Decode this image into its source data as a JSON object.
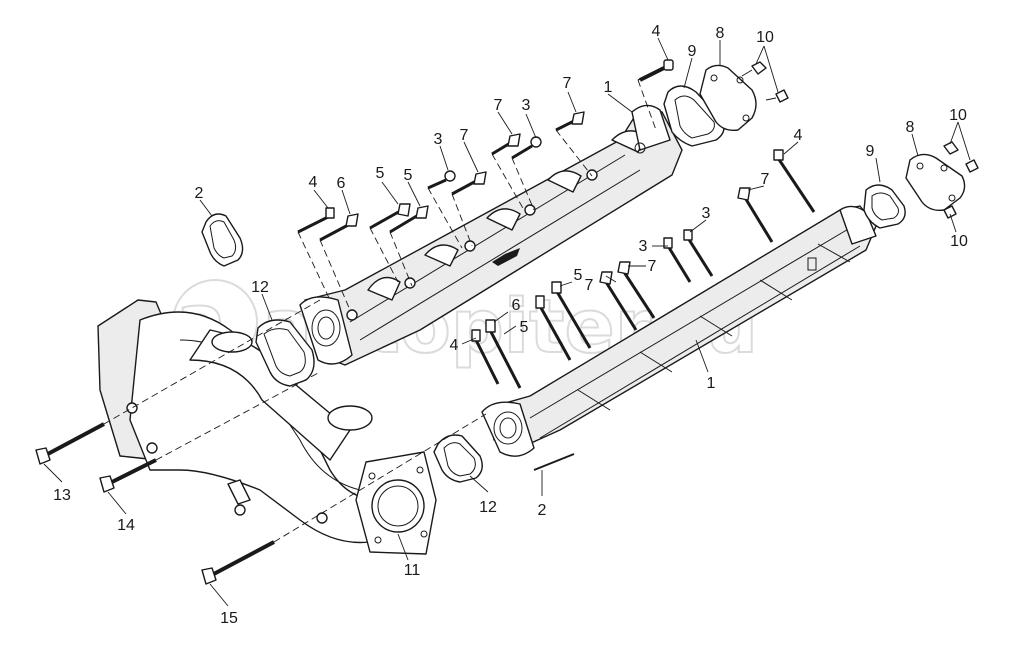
{
  "watermark": "autopiter.ru",
  "callouts": [
    {
      "id": "c-4-top",
      "label": "4"
    },
    {
      "id": "c-9-top",
      "label": "9"
    },
    {
      "id": "c-8-top",
      "label": "8"
    },
    {
      "id": "c-10-top",
      "label": "10"
    },
    {
      "id": "c-7-a",
      "label": "7"
    },
    {
      "id": "c-1-top",
      "label": "1"
    },
    {
      "id": "c-7-b",
      "label": "7"
    },
    {
      "id": "c-3-a",
      "label": "3"
    },
    {
      "id": "c-3-b",
      "label": "3"
    },
    {
      "id": "c-7-c",
      "label": "7"
    },
    {
      "id": "c-2-left",
      "label": "2"
    },
    {
      "id": "c-4-left",
      "label": "4"
    },
    {
      "id": "c-6-left",
      "label": "6"
    },
    {
      "id": "c-5-a",
      "label": "5"
    },
    {
      "id": "c-5-b",
      "label": "5"
    },
    {
      "id": "c-12-left",
      "label": "12"
    },
    {
      "id": "c-4-right",
      "label": "4"
    },
    {
      "id": "c-7-d",
      "label": "7"
    },
    {
      "id": "c-3-c",
      "label": "3"
    },
    {
      "id": "c-3-d",
      "label": "3"
    },
    {
      "id": "c-7-e",
      "label": "7"
    },
    {
      "id": "c-7-f",
      "label": "7"
    },
    {
      "id": "c-5-c",
      "label": "5"
    },
    {
      "id": "c-6-mid",
      "label": "6"
    },
    {
      "id": "c-5-d",
      "label": "5"
    },
    {
      "id": "c-4-mid",
      "label": "4"
    },
    {
      "id": "c-9-right",
      "label": "9"
    },
    {
      "id": "c-8-right",
      "label": "8"
    },
    {
      "id": "c-10-r1",
      "label": "10"
    },
    {
      "id": "c-10-r2",
      "label": "10"
    },
    {
      "id": "c-1-right",
      "label": "1"
    },
    {
      "id": "c-2-bottom",
      "label": "2"
    },
    {
      "id": "c-12-bottom",
      "label": "12"
    },
    {
      "id": "c-11",
      "label": "11"
    },
    {
      "id": "c-13",
      "label": "13"
    },
    {
      "id": "c-14",
      "label": "14"
    },
    {
      "id": "c-15",
      "label": "15"
    }
  ]
}
